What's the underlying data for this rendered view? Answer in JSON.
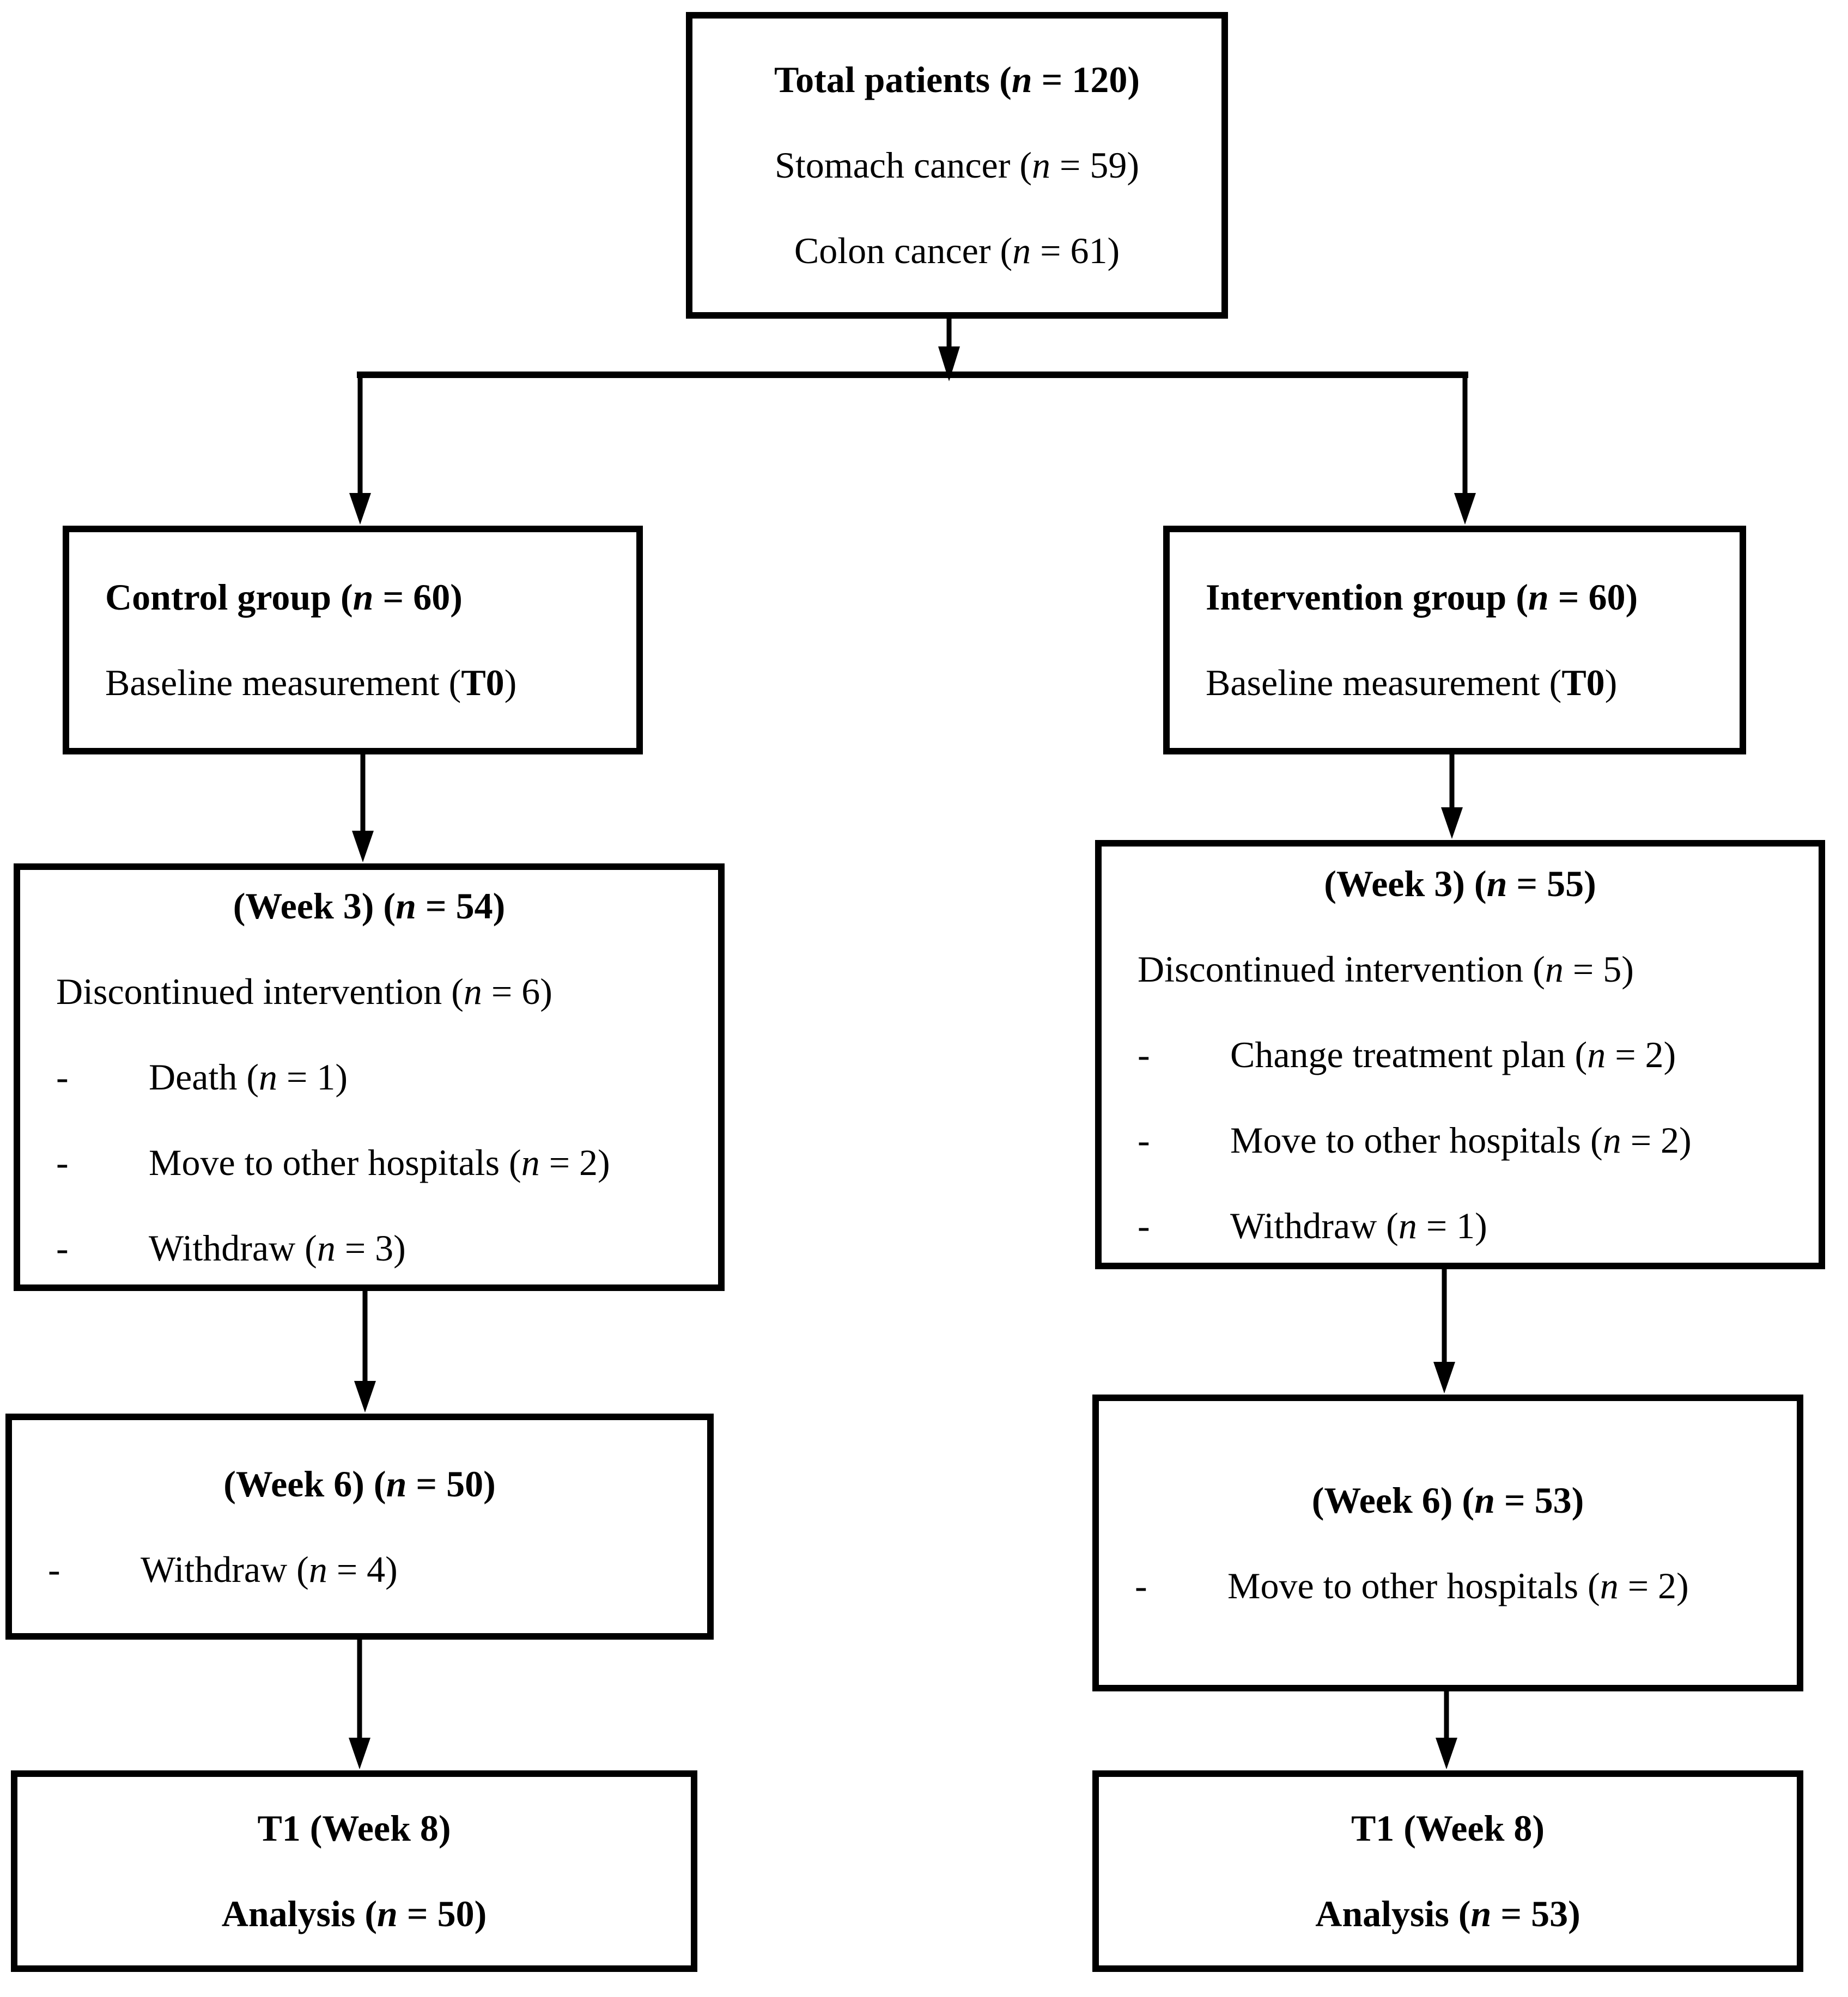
{
  "page": {
    "background": "#ffffff",
    "ink": "#000000"
  },
  "boxes": {
    "total": {
      "lines": [
        {
          "text": "Total patients (n = 120)",
          "bold": true,
          "align": "center"
        },
        {
          "text": "Stomach cancer (n = 59)",
          "align": "center"
        },
        {
          "text": "Colon cancer (n = 61)",
          "align": "center"
        }
      ]
    },
    "control": {
      "lines": [
        {
          "text": "Control group (n = 60)",
          "bold": true
        },
        {
          "text": "Baseline measurement (T0)"
        }
      ]
    },
    "intervention": {
      "lines": [
        {
          "text": "Intervention group (n = 60)",
          "bold": true
        },
        {
          "text": "Baseline measurement (T0)"
        }
      ]
    },
    "control_week3": {
      "lines": [
        {
          "text": "(Week 3) (n = 54)",
          "bold": true,
          "align": "center"
        },
        {
          "text": "Discontinued intervention (n = 6)"
        },
        {
          "text": "Death (n = 1)",
          "bullet": true
        },
        {
          "text": "Move to other hospitals (n = 2)",
          "bullet": true
        },
        {
          "text": "Withdraw (n = 3)",
          "bullet": true
        }
      ]
    },
    "intervention_week3": {
      "lines": [
        {
          "text": "(Week 3) (n = 55)",
          "bold": true,
          "align": "center"
        },
        {
          "text": "Discontinued intervention (n = 5)"
        },
        {
          "text": "Change treatment plan (n = 2)",
          "bullet": true
        },
        {
          "text": "Move to other hospitals (n = 2)",
          "bullet": true
        },
        {
          "text": "Withdraw (n = 1)",
          "bullet": true
        }
      ]
    },
    "control_week6": {
      "lines": [
        {
          "text": "(Week 6) (n = 50)",
          "bold": true,
          "align": "center"
        },
        {
          "text": "Withdraw (n = 4)",
          "bullet": true
        }
      ]
    },
    "intervention_week6": {
      "lines": [
        {
          "text": "(Week 6) (n = 53)",
          "bold": true,
          "align": "center"
        },
        {
          "text": "Move to other hospitals (n = 2)",
          "bullet": true,
          "wrap": true
        }
      ]
    },
    "control_t1": {
      "lines": [
        {
          "text": "T1 (Week 8)",
          "bold": true,
          "align": "center"
        },
        {
          "text": "Analysis (n = 50)",
          "bold": true,
          "align": "center"
        }
      ]
    },
    "intervention_t1": {
      "lines": [
        {
          "text": "T1 (Week 8)",
          "bold": true,
          "align": "center"
        },
        {
          "text": "Analysis (n = 53)",
          "bold": true,
          "align": "center"
        }
      ]
    }
  }
}
